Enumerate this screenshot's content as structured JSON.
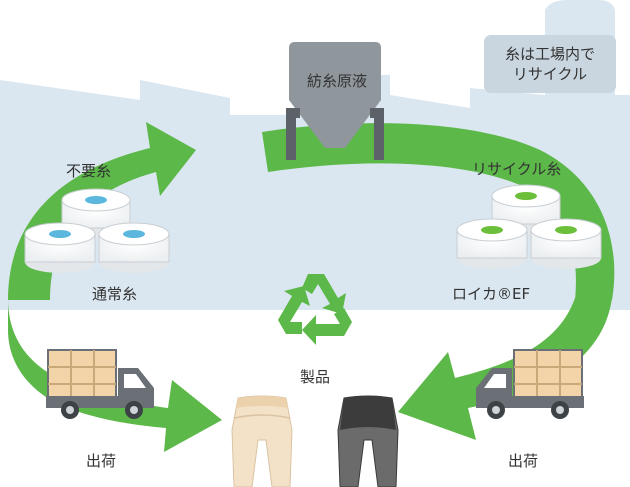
{
  "labels": {
    "spinning_solution": "紡糸原液",
    "factory_note_line1": "糸は工場内で",
    "factory_note_line2": "リサイクル",
    "waste_yarn": "不要糸",
    "normal_yarn": "通常糸",
    "recycled_yarn": "リサイクル糸",
    "roica_ef": "ロイカ®EF",
    "product": "製品",
    "shipping_left": "出荷",
    "shipping_right": "出荷"
  },
  "icons": {
    "recycle": "recycle-icon",
    "truck": "truck-icon",
    "yarn_spool": "yarn-spool-icon",
    "hopper": "hopper-icon",
    "garment": "underwear-icon"
  },
  "colors": {
    "arrow_green": "#5cb848",
    "factory_bg": "#dbe7f0",
    "callout_bg": "#c9d6e0",
    "hopper_gray": "#8f969c",
    "spool_blue": "#5bb7de",
    "spool_green": "#6cbf3a",
    "truck_gray": "#6a7075",
    "cargo_tan": "#f2d4a8",
    "garment_beige": "#f4e2c8",
    "garment_dark": "#4a4a4a"
  }
}
